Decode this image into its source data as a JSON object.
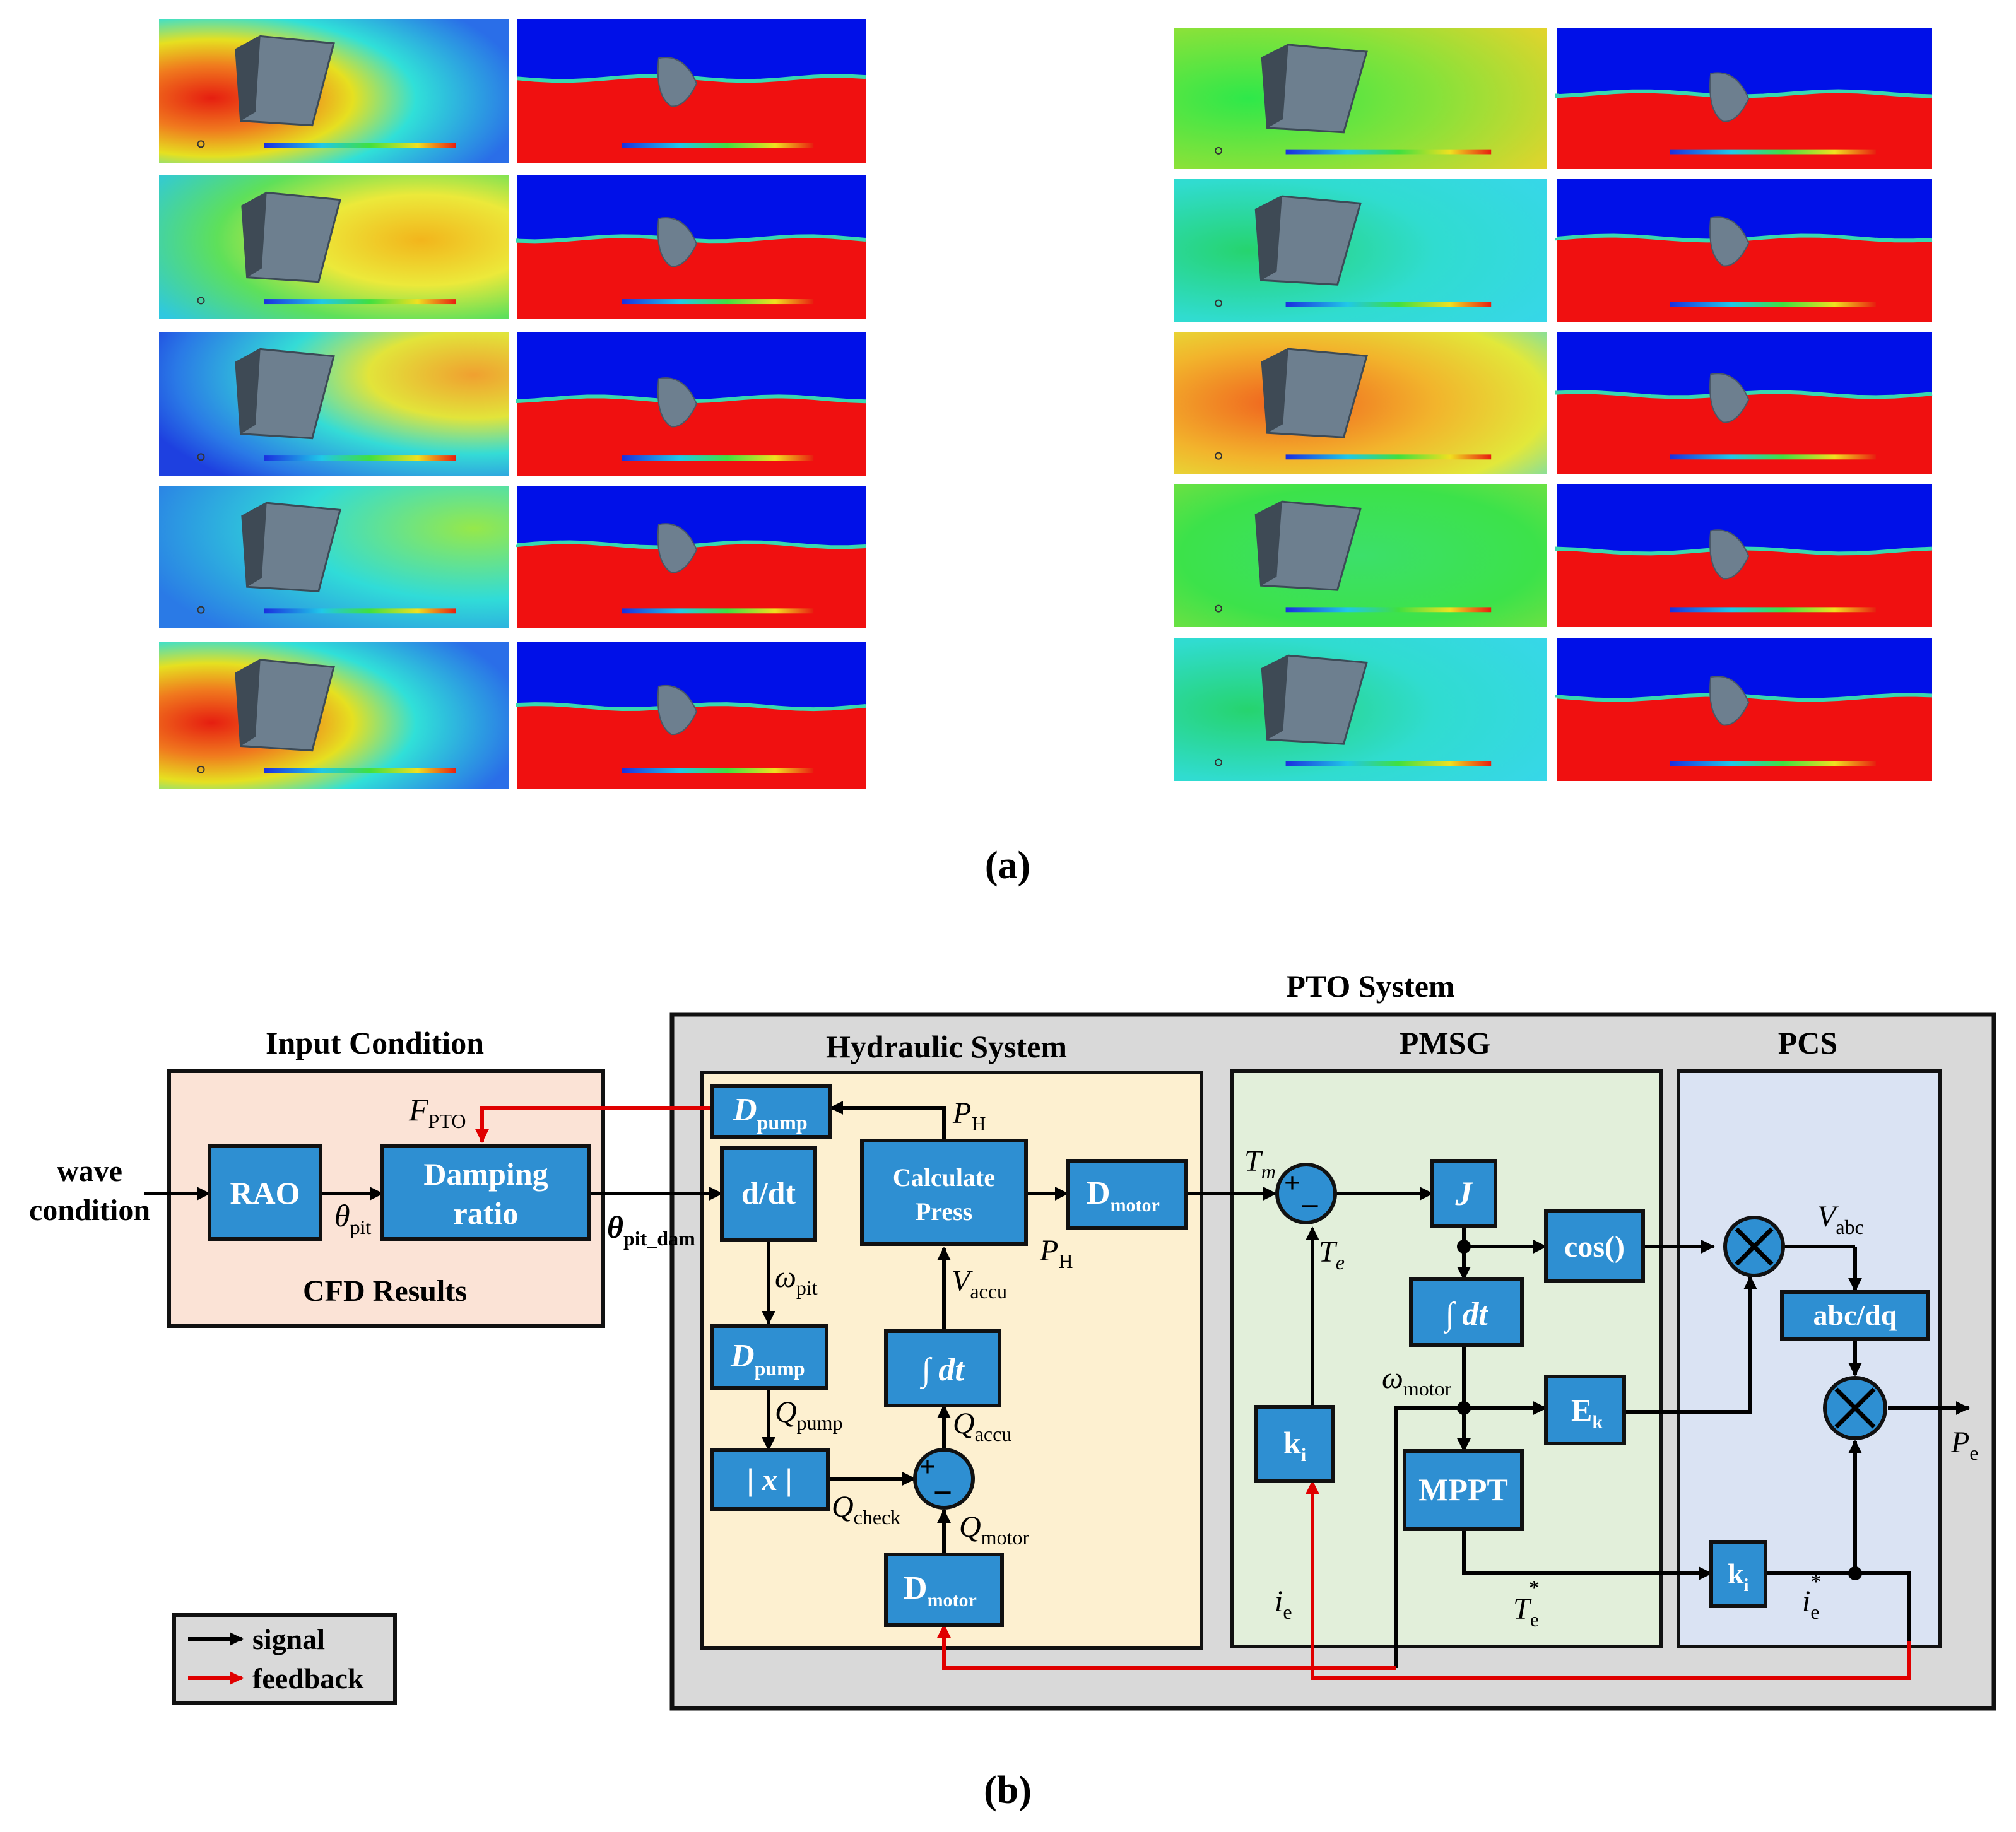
{
  "part_a": {
    "caption": "(a)"
  },
  "part_b": {
    "caption": "(b)",
    "input_condition": {
      "title": "Input Condition",
      "cfd_label": "CFD Results",
      "wave_input": [
        "wave",
        "condition"
      ],
      "rao": "RAO",
      "damping": [
        "Damping",
        "ratio"
      ],
      "f_pto": "F",
      "f_pto_sub": "PTO",
      "theta_pit": "θ",
      "theta_pit_sub": "pit",
      "theta_pit_dam": "θ",
      "theta_pit_dam_sub": "pit_dam"
    },
    "pto_system": {
      "title": "PTO System",
      "hydraulic": {
        "title": "Hydraulic System",
        "d_pump": "D",
        "d_pump_sub": "pump",
        "ddt": "d/dt",
        "calc": [
          "Calculate",
          "Press"
        ],
        "d_motor": "D",
        "d_motor_sub": "motor",
        "integrator": "∫ dt",
        "abs": "| x |",
        "p_h": "P",
        "p_h_sub": "H",
        "omega_pit": "ω",
        "omega_pit_sub": "pit",
        "v_accu": "V",
        "v_accu_sub": "accu",
        "q_pump": "Q",
        "q_pump_sub": "pump",
        "q_accu": "Q",
        "q_accu_sub": "accu",
        "q_check": "Q",
        "q_check_sub": "check",
        "q_motor": "Q",
        "q_motor_sub": "motor"
      },
      "pmsg": {
        "title": "PMSG",
        "j": "J",
        "integrator": "∫ dt",
        "cos": "cos()",
        "ek": "E",
        "ek_sub": "k",
        "ki": "k",
        "ki_sub": "i",
        "mppt": "MPPT",
        "tm": "T",
        "tm_sub": "m",
        "te": "T",
        "te_sub": "e",
        "omega_motor": "ω",
        "omega_motor_sub": "motor",
        "ie": "i",
        "ie_sub": "e",
        "te_star": "T",
        "te_star_sub": "e",
        "star": "*"
      },
      "pcs": {
        "title": "PCS",
        "abcdq": "abc/dq",
        "ki": "k",
        "ki_sub": "i",
        "vabc": "V",
        "vabc_sub": "abc",
        "pe": "P",
        "pe_sub": "e",
        "ie_star": "i",
        "ie_star_sub": "e",
        "star": "*"
      }
    },
    "legend": {
      "signal": "signal",
      "feedback": "feedback",
      "signal_color": "#000000",
      "feedback_color": "#e00000"
    },
    "colors": {
      "block_fill": "#2e8fd2",
      "block_stroke": "#111111",
      "input_bg": "#fbe3d6",
      "hydraulic_bg": "#fdf0d0",
      "pmsg_bg": "#e2efda",
      "pcs_bg": "#dae3f3",
      "pto_bg": "#d9d9d9"
    }
  }
}
